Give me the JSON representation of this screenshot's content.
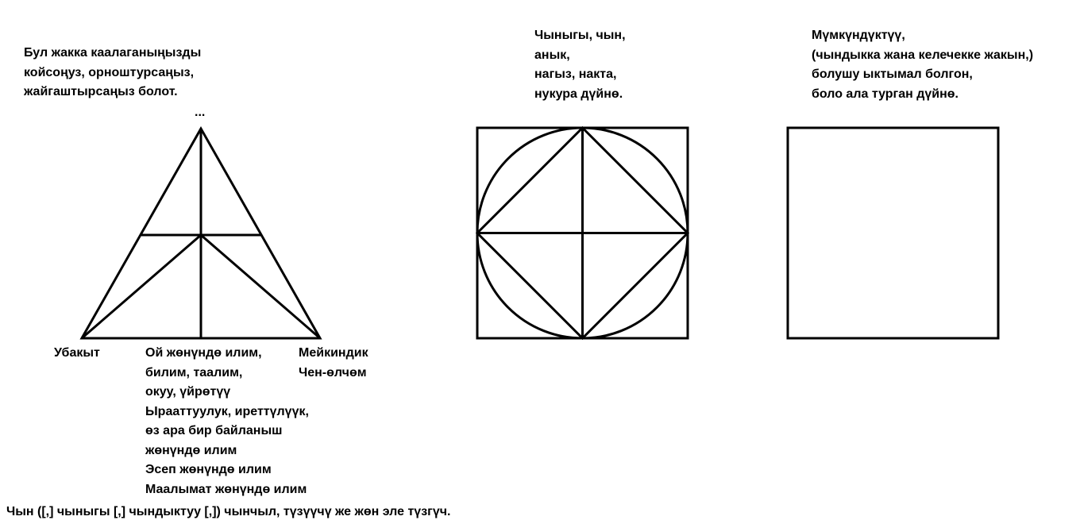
{
  "triangle": {
    "top_caption": [
      "Бул жакка каалаганыңызды",
      "койсоңуз, орноштурсаңыз,",
      "жайгаштырсаңыз болот."
    ],
    "apex_label": "...",
    "left_label": "Убакыт",
    "center_label": [
      "Ой жөнүндө илим,",
      "билим, таалим,",
      "окуу, үйрөтүү",
      "Ырааттуулук, иреттүлүүк,",
      "өз ара бир байланыш",
      "жөнүндө илим",
      "Эсеп жөнүндө илим",
      "Маалымат жөнүндө илим"
    ],
    "right_label": [
      "Мейкиндик",
      "Чен-өлчөм"
    ]
  },
  "square_circle": {
    "caption": [
      "Чыныгы, чын,",
      "анык,",
      "нагыз, накта,",
      "нукура дүйнө."
    ]
  },
  "empty_square": {
    "caption": [
      "Мүмкүндүктүү,",
      "(чындыкка жана келечекке жакын,)",
      "болушу ыктымал болгон,",
      "боло ала турган дүйнө."
    ]
  },
  "footer": "Чын ([,] чыныгы [,] чындыктуу [,]) чынчыл, түзүүчү же жөн эле түзгүч."
}
